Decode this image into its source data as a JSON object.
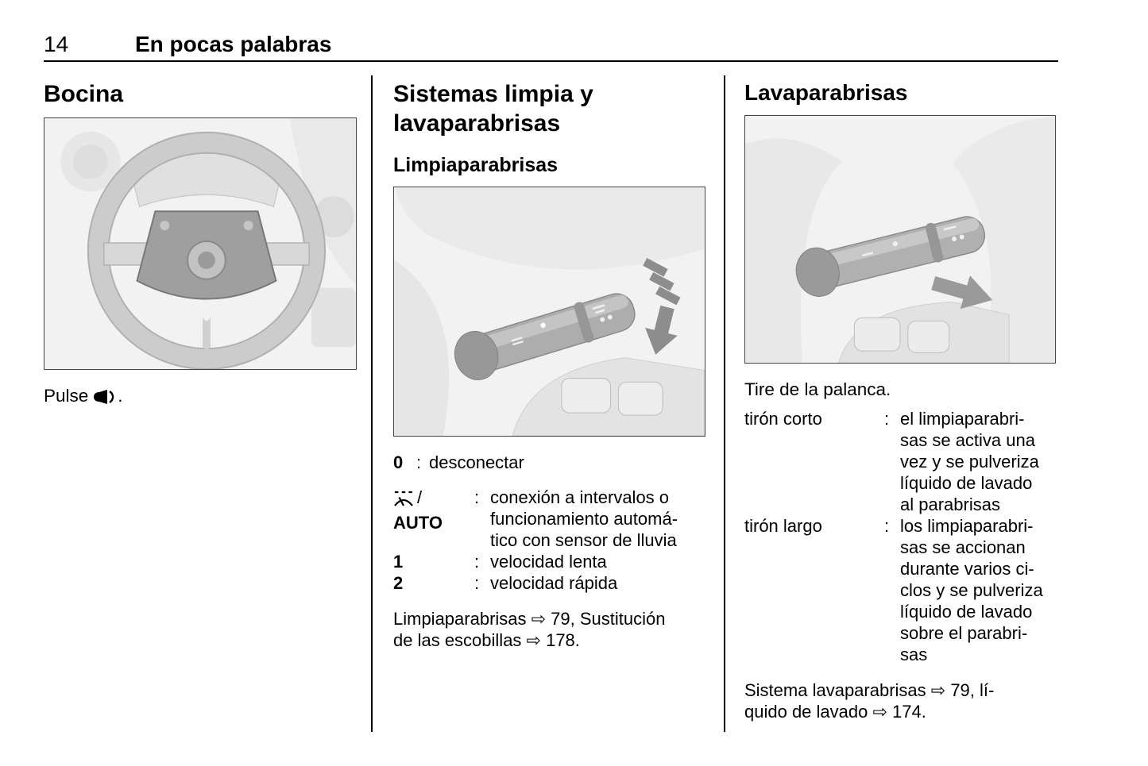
{
  "header": {
    "page_number": "14",
    "chapter": "En pocas palabras"
  },
  "horn": {
    "title": "Bocina",
    "caption_prefix": "Pulse",
    "caption_suffix": "."
  },
  "wiper": {
    "title": "Sistemas limpia y\nlavaparabrisas",
    "subtitle": "Limpiaparabrisas",
    "rows": [
      {
        "term": "0",
        "colon": ":",
        "def": "desconectar"
      },
      {
        "term_slash": "/",
        "term_bold": "AUTO",
        "colon": ":",
        "def": "conexión a intervalos o\nfuncionamiento automá-\ntico con sensor de lluvia"
      },
      {
        "term": "1",
        "colon": ":",
        "def": "velocidad lenta"
      },
      {
        "term": "2",
        "colon": ":",
        "def": "velocidad rápida"
      }
    ],
    "footer": "Limpiaparabrisas ⇨ 79, Sustitución\nde las escobillas ⇨ 178."
  },
  "washer": {
    "title": "Lavaparabrisas",
    "intro": "Tire de la palanca.",
    "rows": [
      {
        "term": "tirón corto",
        "colon": ":",
        "def": "el limpiaparabri-\nsas se activa una\nvez y se pulveriza\nlíquido de lavado\nal parabrisas"
      },
      {
        "term": "tirón largo",
        "colon": ":",
        "def": "los limpiaparabri-\nsas se accionan\ndurante varios ci-\nclos y se pulveriza\nlíquido de lavado\nsobre el parabri-\nsas"
      }
    ],
    "footer": "Sistema lavaparabrisas ⇨ 79, lí-\nquido de lavado ⇨ 174."
  },
  "icons": {
    "horn": "horn-symbol",
    "interval_wiper": "interval-wiper-symbol",
    "reference_arrow": "⇨"
  }
}
